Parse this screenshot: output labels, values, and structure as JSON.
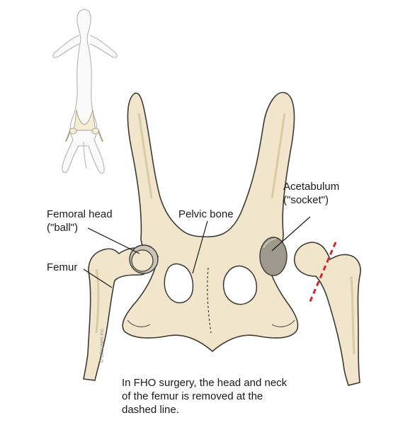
{
  "labels": {
    "femoral_head_line1": "Femoral head",
    "femoral_head_line2": "(\"ball\")",
    "pelvic_bone": "Pelvic bone",
    "acetabulum_line1": "Acetabulum",
    "acetabulum_line2": "(\"socket\")",
    "femur": "Femur"
  },
  "caption": {
    "line1": "In FHO surgery, the head and neck",
    "line2": "of the femur is removed at the",
    "line3": "dashed line."
  },
  "credit": "© LifeLearn Inc.",
  "colors": {
    "bone_fill": "#f1e6cc",
    "bone_stroke": "#3c3a34",
    "cartilage": "#c9c4b6",
    "socket": "#9e998c",
    "cut_line": "#d0262b",
    "leader": "#1a1a1a"
  }
}
